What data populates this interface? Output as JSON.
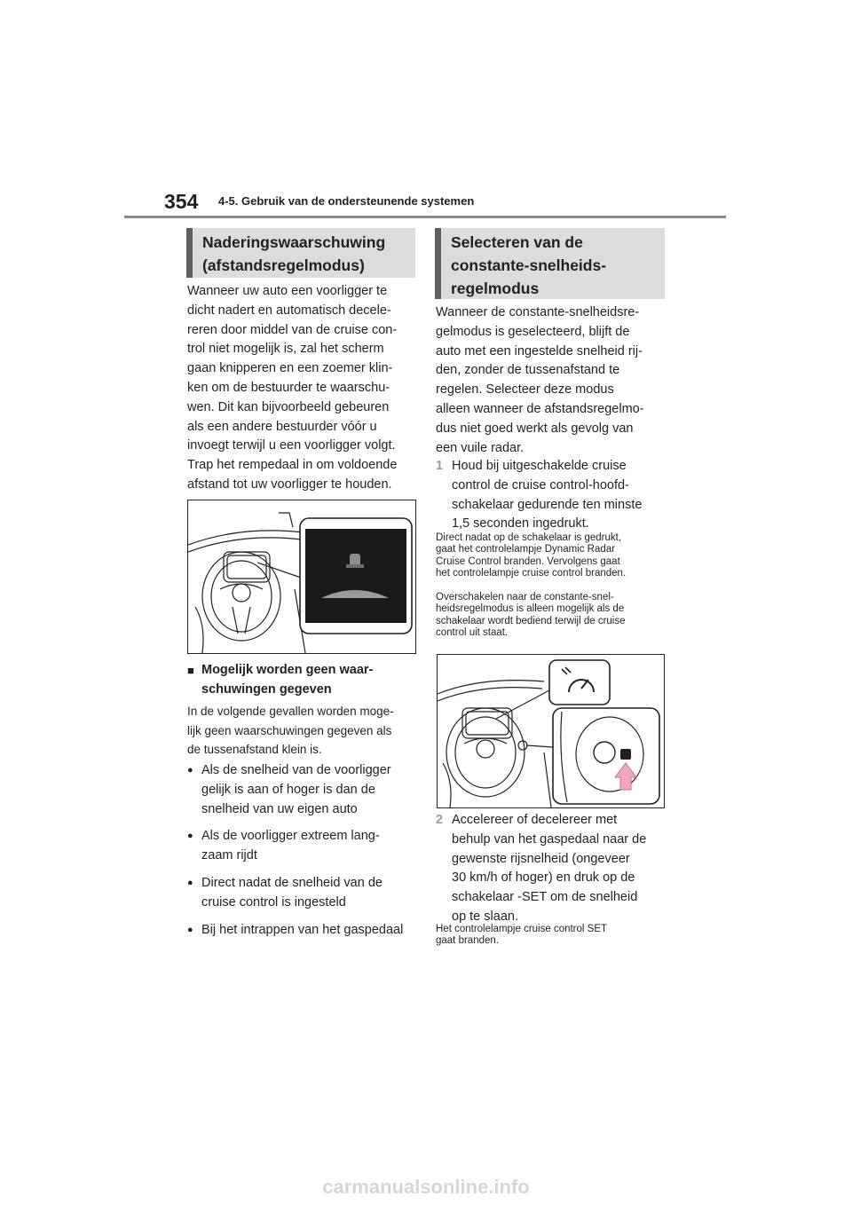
{
  "header": {
    "page_number": "354",
    "chapter_title": "4-5. Gebruik van de ondersteunende systemen"
  },
  "left_column": {
    "heading_lines": [
      "Naderingswaarschuwing",
      "(afstandsregelmodus)"
    ],
    "intro_lines": [
      "Wanneer uw auto een voorligger te",
      "dicht nadert en automatisch decele-",
      "reren door middel van de cruise con-",
      "trol niet mogelijk is, zal het scherm",
      "gaan knipperen en een zoemer klin-",
      "ken om de bestuurder te waarschu-",
      "wen. Dit kan bijvoorbeeld gebeuren",
      "als een andere bestuurder vóór u",
      "invoegt terwijl u een voorligger volgt.",
      "Trap het rempedaal in om voldoende",
      "afstand tot uw voorligger te houden."
    ],
    "subheading_lines": [
      "Mogelijk worden geen waar-",
      "schuwingen gegeven"
    ],
    "sub_intro_lines": [
      "In de volgende gevallen worden moge-",
      "lijk geen waarschuwingen gegeven als",
      "de tussenafstand klein is."
    ],
    "bullets": [
      [
        "Als de snelheid van de voorligger",
        "gelijk is aan of hoger is dan de",
        "snelheid van uw eigen auto"
      ],
      [
        "Als de voorligger extreem lang-",
        "zaam rijdt"
      ],
      [
        "Direct nadat de snelheid van de",
        "cruise control is ingesteld"
      ],
      [
        "Bij het intrappen van het gaspedaal"
      ]
    ],
    "bullet_glyph": "●",
    "subheading_glyph": "■"
  },
  "right_column": {
    "heading_lines": [
      "Selecteren van de",
      "constante-snelheids-",
      "regelmodus"
    ],
    "intro_lines": [
      "Wanneer de constante-snelheidsre-",
      "gelmodus is geselecteerd, blijft de",
      "auto met een ingestelde snelheid rij-",
      "den, zonder de tussenafstand te",
      "regelen. Selecteer deze modus",
      "alleen wanneer de afstandsregelmo-",
      "dus niet goed werkt als gevolg van",
      "een vuile radar."
    ],
    "step1": {
      "number": "1",
      "lines": [
        "Houd bij uitgeschakelde cruise",
        "control de cruise control-hoofd-",
        "schakelaar gedurende ten minste",
        "1,5 seconden ingedrukt."
      ]
    },
    "note1_lines": [
      "Direct nadat op de schakelaar is gedrukt,",
      "gaat het controlelampje Dynamic Radar",
      "Cruise Control branden. Vervolgens gaat",
      "het controlelampje cruise control branden."
    ],
    "note2_lines": [
      "Overschakelen naar de constante-snel-",
      "heidsregelmodus is alleen mogelijk als de",
      "schakelaar wordt bediend terwijl de cruise",
      "control uit staat."
    ],
    "step2": {
      "number": "2",
      "lines": [
        "Accelereer of decelereer met",
        "behulp van het gaspedaal naar de",
        "gewenste rijsnelheid (ongeveer",
        "30 km/h of hoger) en druk op de",
        "schakelaar -SET om de snelheid",
        "op te slaan."
      ]
    },
    "note3_lines": [
      "Het controlelampje cruise control SET",
      "gaat branden."
    ]
  },
  "watermark": "carmanualsonline.info",
  "colors": {
    "heading_bg": "#dcdcdc",
    "heading_bar": "#5f5f5f",
    "arrow_pink": "#f4a6c0",
    "rule": "#888888"
  }
}
